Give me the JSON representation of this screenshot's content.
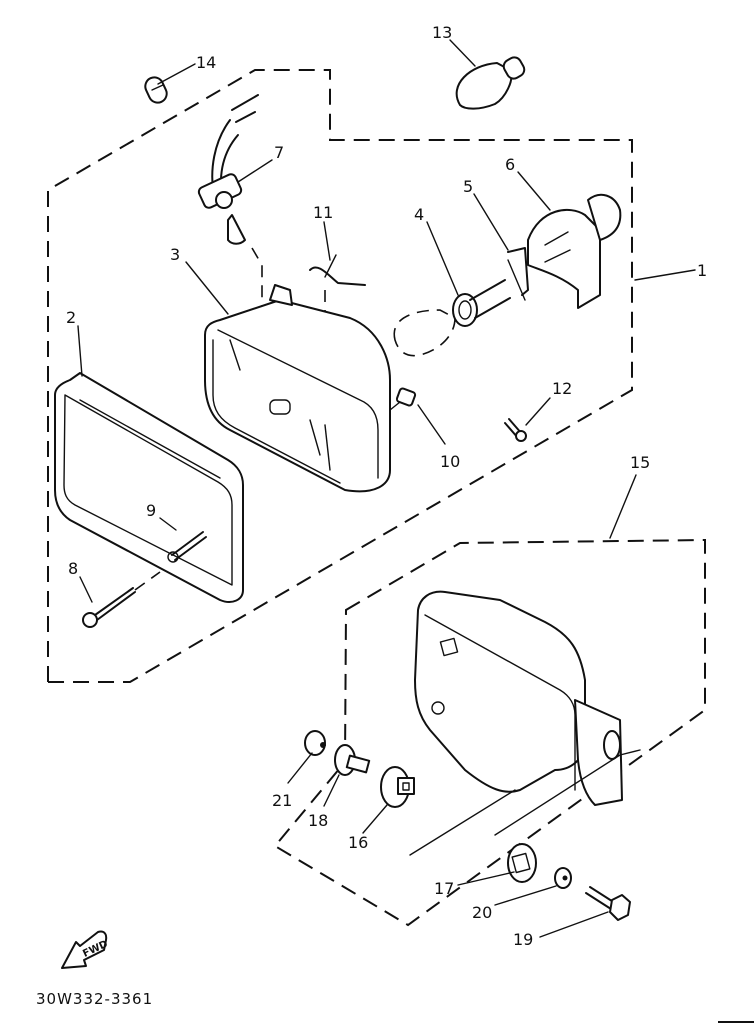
{
  "diagram": {
    "title": "Headlight assembly exploded parts diagram",
    "drawing_code": "30W332-3361",
    "fwd_badge": "FWD",
    "callouts": [
      {
        "id": "1",
        "part": "headlight-assembly-group"
      },
      {
        "id": "2",
        "part": "headlight-rim"
      },
      {
        "id": "3",
        "part": "headlight-unit"
      },
      {
        "id": "4",
        "part": "headlight-bulb"
      },
      {
        "id": "5",
        "part": "bulb-retaining-spring"
      },
      {
        "id": "6",
        "part": "bulb-cover"
      },
      {
        "id": "7",
        "part": "socket-cord"
      },
      {
        "id": "8",
        "part": "adjusting-screw"
      },
      {
        "id": "9",
        "part": "spring"
      },
      {
        "id": "10",
        "part": "nut"
      },
      {
        "id": "11",
        "part": "spring-clip"
      },
      {
        "id": "12",
        "part": "screw"
      },
      {
        "id": "13",
        "part": "bulb"
      },
      {
        "id": "14",
        "part": "small-bulb"
      },
      {
        "id": "15",
        "part": "headlight-body-group"
      },
      {
        "id": "16",
        "part": "grommet"
      },
      {
        "id": "17",
        "part": "damper"
      },
      {
        "id": "18",
        "part": "collar"
      },
      {
        "id": "19",
        "part": "bolt"
      },
      {
        "id": "20",
        "part": "washer"
      },
      {
        "id": "21",
        "part": "nut"
      }
    ]
  }
}
